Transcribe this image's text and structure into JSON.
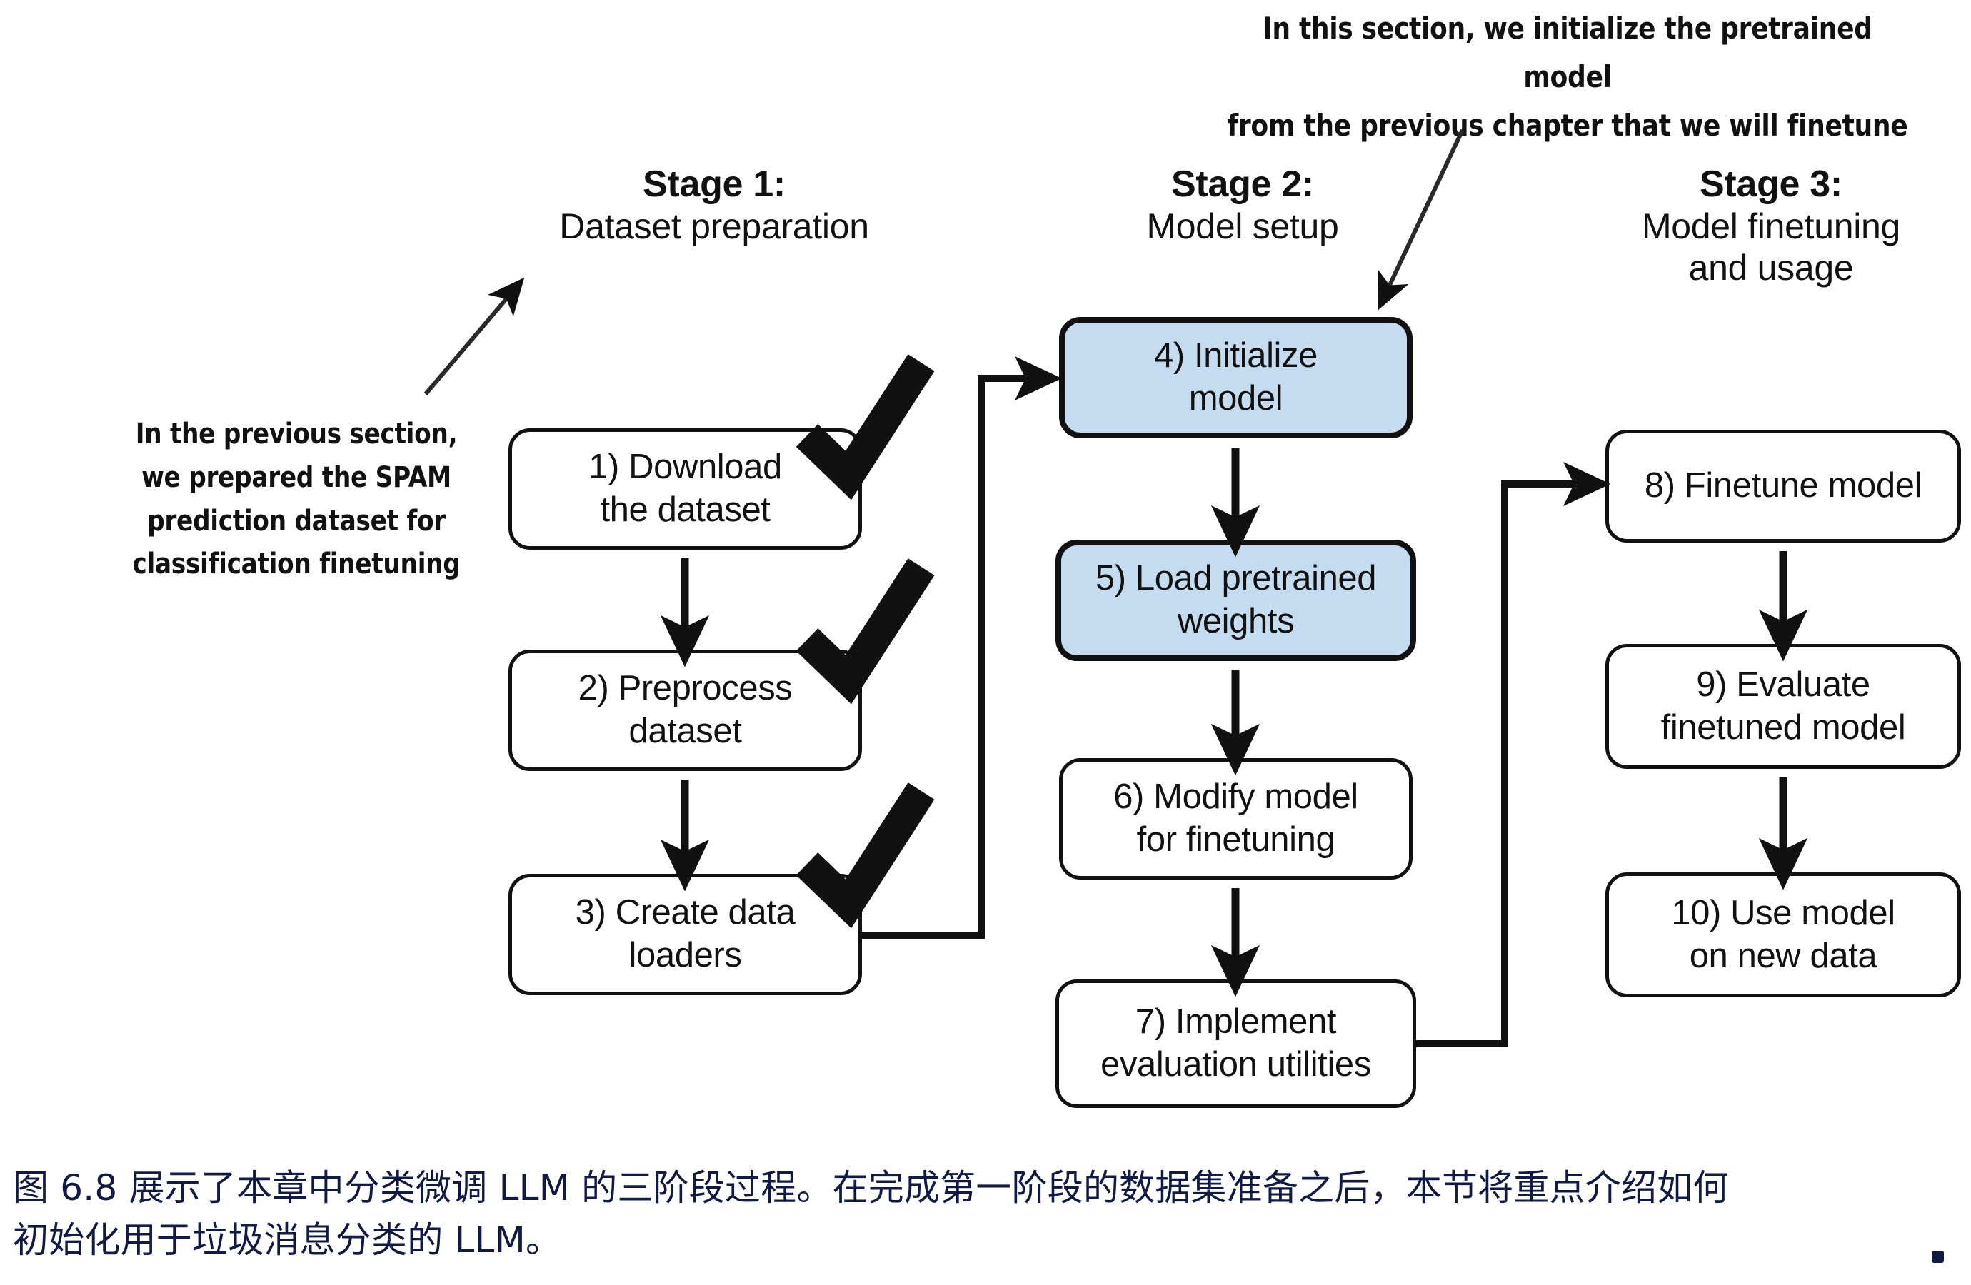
{
  "figure": {
    "title": "Three-stage process for classification finetuning an LLM",
    "stages": [
      {
        "title": "Stage 1:",
        "subtitle": "Dataset preparation"
      },
      {
        "title": "Stage 2:",
        "subtitle": "Model setup"
      },
      {
        "title": "Stage 3:",
        "subtitle": "Model finetuning\nand usage"
      }
    ],
    "nodes": [
      {
        "id": 1,
        "label": "1) Download\nthe dataset",
        "stage": 1,
        "highlight": false,
        "checked": true
      },
      {
        "id": 2,
        "label": "2) Preprocess\ndataset",
        "stage": 1,
        "highlight": false,
        "checked": true
      },
      {
        "id": 3,
        "label": "3) Create data\nloaders",
        "stage": 1,
        "highlight": false,
        "checked": true
      },
      {
        "id": 4,
        "label": "4) Initialize\nmodel",
        "stage": 2,
        "highlight": true,
        "checked": false
      },
      {
        "id": 5,
        "label": "5) Load pretrained\nweights",
        "stage": 2,
        "highlight": true,
        "checked": false
      },
      {
        "id": 6,
        "label": "6) Modify model\nfor finetuning",
        "stage": 2,
        "highlight": false,
        "checked": false
      },
      {
        "id": 7,
        "label": "7) Implement\nevaluation utilities",
        "stage": 2,
        "highlight": false,
        "checked": false
      },
      {
        "id": 8,
        "label": "8) Finetune model",
        "stage": 3,
        "highlight": false,
        "checked": false
      },
      {
        "id": 9,
        "label": "9) Evaluate\nfinetuned model",
        "stage": 3,
        "highlight": false,
        "checked": false
      },
      {
        "id": 10,
        "label": "10) Use model\non new data",
        "stage": 3,
        "highlight": false,
        "checked": false
      }
    ],
    "annotations": [
      {
        "id": "left-note",
        "text": "In the previous section,\nwe prepared the SPAM\nprediction dataset for\nclassification finetuning",
        "points_to": "Stage 1"
      },
      {
        "id": "top-note",
        "text": "In this section, we initialize the pretrained model\nfrom the previous chapter that we will finetune",
        "points_to": "4) Initialize model"
      }
    ],
    "caption": "图 6.8 展示了本章中分类微调 LLM 的三阶段过程。在完成第一阶段的数据集准备之后，本节将重点介绍如何\n初始化用于垃圾消息分类的 LLM。"
  },
  "colors": {
    "highlight_fill": "#c5dcf0",
    "stroke": "#111111",
    "caption_text": "#101a44",
    "background": "#ffffff"
  }
}
